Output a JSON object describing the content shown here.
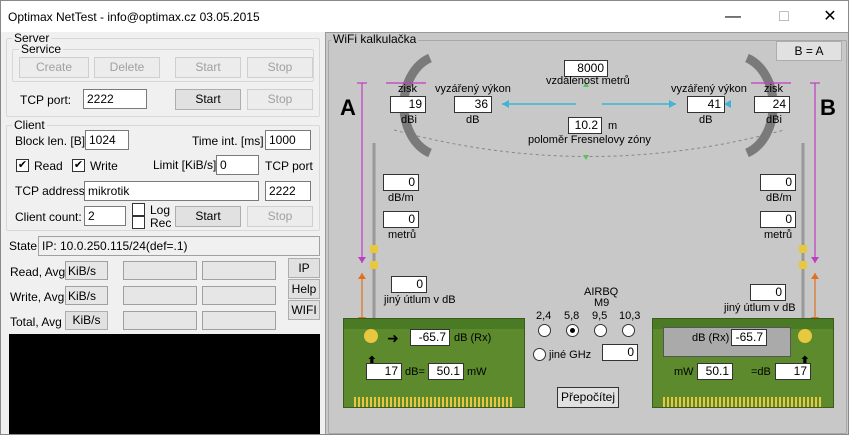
{
  "window": {
    "title": "Optimax NetTest - info@optimax.cz 03.05.2015",
    "minimize": "—",
    "maximize": "□",
    "close": "✕"
  },
  "server": {
    "legend": "Server",
    "service_legend": "Service",
    "create": "Create",
    "delete": "Delete",
    "start": "Start",
    "stop": "Stop",
    "tcp_port_label": "TCP port:",
    "tcp_port": "2222",
    "start2": "Start",
    "stop2": "Stop"
  },
  "client": {
    "legend": "Client",
    "block_len_label": "Block len. [B]:",
    "block_len": "1024",
    "time_int_label": "Time int. [ms] :",
    "time_int": "1000",
    "read_label": "Read",
    "write_label": "Write",
    "limit_label": "Limit [KiB/s]:",
    "limit": "0",
    "tcp_port_label": "TCP port",
    "tcp_address_label": "TCP address:",
    "tcp_address": "mikrotik",
    "tcp_port": "2222",
    "client_count_label": "Client count:",
    "client_count": "2",
    "log_label": "Log",
    "rec_label": "Rec",
    "start": "Start",
    "stop": "Stop"
  },
  "state": {
    "label": "State",
    "value": "IP: 10.0.250.115/24(def=.1)"
  },
  "stats": {
    "read_avg": "Read, Avg",
    "write_avg": "Write, Avg",
    "total_avg": "Total, Avg",
    "unit": "KiB/s",
    "ip_btn": "IP",
    "help_btn": "Help",
    "wifi_btn": "WIFI"
  },
  "wifi": {
    "legend": "WiFi kalkulačka",
    "swap_btn": "B = A",
    "label_a": "A",
    "label_b": "B",
    "distance": "8000",
    "distance_label": "vzdálenost metrů",
    "fresnel": "10.2",
    "fresnel_unit": "m",
    "fresnel_label": "poloměr Fresnelovy zóny",
    "left": {
      "gain_label": "zisk",
      "gain": "19",
      "gain_unit": "dBi",
      "eirp_label": "vyzářený výkon",
      "eirp": "36",
      "eirp_unit": "dB",
      "cable_loss": "0",
      "cable_loss_unit": "dB/m",
      "cable_len": "0",
      "cable_len_unit": "metrů",
      "other_loss": "0",
      "other_loss_label": "jiný útlum v dB",
      "rx": "-65.7",
      "rx_label": "dB (Rx)",
      "tx_db": "17",
      "tx_db_label": "dB=",
      "tx_mw": "50.1",
      "tx_mw_label": "mW"
    },
    "right": {
      "gain_label": "zisk",
      "gain": "24",
      "gain_unit": "dBi",
      "eirp_label": "vyzářený výkon",
      "eirp": "41",
      "eirp_unit": "dB",
      "cable_loss": "0",
      "cable_loss_unit": "dB/m",
      "cable_len": "0",
      "cable_len_unit": "metrů",
      "other_loss": "0",
      "other_loss_label": "jiný útlum v dB",
      "rx": "-65.7",
      "rx_label": "dB (Rx)",
      "tx_db": "17",
      "tx_db_label": "=dB",
      "tx_mw": "50.1",
      "tx_mw_label": "mW"
    },
    "brand": "AIRBQ",
    "model": "M9",
    "freqs": [
      "2,4",
      "5,8",
      "9,5",
      "10,3"
    ],
    "selected_freq": "5,8",
    "other_ghz_label": "jiné GHz",
    "other_ghz": "0",
    "recalc_btn": "Přepočítej"
  },
  "colors": {
    "pcb": "#5c8a2c",
    "antenna": "#7a7a7a",
    "arrow_blue": "#3fb4d4",
    "arrow_green": "#5cc05c",
    "arrow_magenta": "#c03cc0",
    "arrow_orange": "#e07020",
    "connector": "#e8c840"
  }
}
